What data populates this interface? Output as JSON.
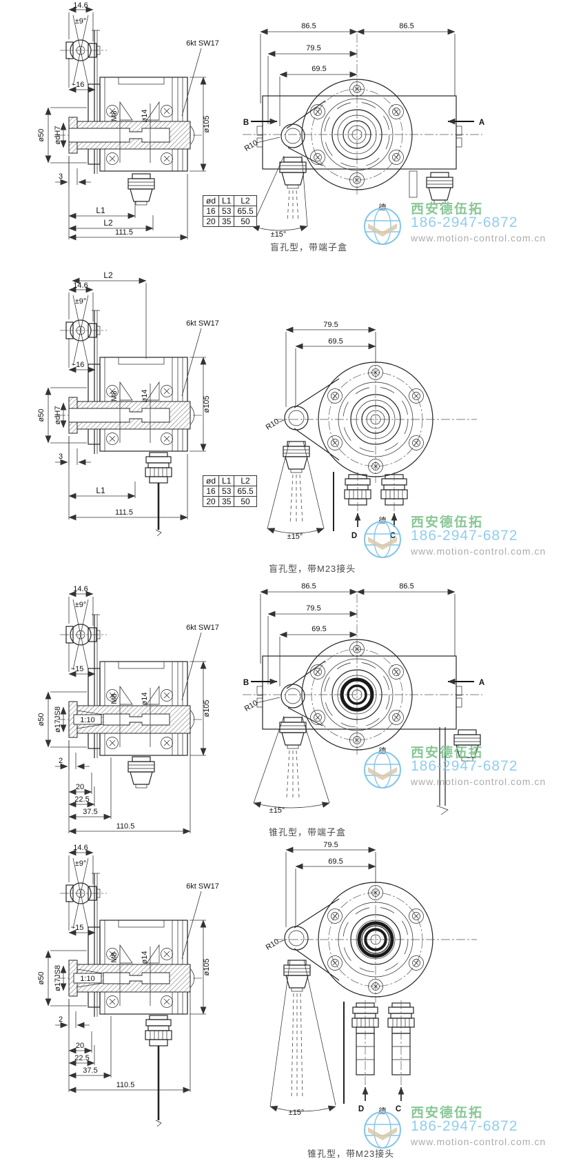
{
  "watermark": {
    "company": "西安德伍拓",
    "phone": "186-2947-6872",
    "website": "www.motion-control.com.cn",
    "logo_char": "德"
  },
  "panels": [
    {
      "caption": "盲孔型，带端子盒",
      "table": {
        "headers": [
          "ød",
          "L1",
          "L2"
        ],
        "rows": [
          [
            "16",
            "53",
            "65.5"
          ],
          [
            "20",
            "35",
            "50"
          ]
        ]
      },
      "side": {
        "pin_width": "14.6",
        "pin_swing": "±9°",
        "depth": "~16",
        "hex_flats": "6kt SW17",
        "flange_dia": "ø50",
        "bore_dia": "ødH7",
        "thread": "M8",
        "bore2_dia": "ø14",
        "housing_dia": "ø105",
        "gap": "3",
        "l1": "L1",
        "l2": "L2",
        "total_len": "111.5"
      },
      "front": {
        "half_left": "86.5",
        "half_right": "86.5",
        "w795": "79.5",
        "w695": "69.5",
        "view_b": "B",
        "view_a": "A",
        "arm_radius": "R10",
        "swivel": "±15°"
      }
    },
    {
      "caption": "盲孔型，带M23接头",
      "table": {
        "headers": [
          "ød",
          "L1",
          "L2"
        ],
        "rows": [
          [
            "16",
            "53",
            "65.5"
          ],
          [
            "20",
            "35",
            "50"
          ]
        ]
      },
      "side": {
        "l2_top": "L2",
        "pin_width": "14.6",
        "pin_swing": "±9°",
        "depth": "~16",
        "hex_flats": "6kt SW17",
        "flange_dia": "ø50",
        "bore_dia": "ødH7",
        "thread": "M8",
        "bore2_dia": "ø14",
        "housing_dia": "ø105",
        "gap": "3",
        "l1": "L1",
        "total_len": "111.5"
      },
      "front": {
        "w795": "79.5",
        "w695": "69.5",
        "arm_radius": "R10",
        "swivel": "±15°",
        "conn_d": "D",
        "conn_c": "C"
      }
    },
    {
      "caption": "锥孔型，带端子盒",
      "side": {
        "pin_width": "14.6",
        "pin_swing": "±9°",
        "depth": "~15",
        "hex_flats": "6kt SW17",
        "flange_dia": "ø50",
        "taper_dia": "ø17JS8",
        "taper_ratio": "1:10",
        "thread": "M8",
        "bore2_dia": "ø14",
        "housing_dia": "ø105",
        "gap": "2",
        "d20": "20",
        "d225": "22.5",
        "d375": "37.5",
        "total_len": "110.5"
      },
      "front": {
        "half_left": "86.5",
        "half_right": "86.5",
        "w795": "79.5",
        "w695": "69.5",
        "view_b": "B",
        "view_a": "A",
        "arm_radius": "R10",
        "swivel": "±15°"
      }
    },
    {
      "caption": "锥孔型，带M23接头",
      "side": {
        "pin_width": "14.6",
        "pin_swing": "±9°",
        "depth": "~15",
        "hex_flats": "6kt SW17",
        "flange_dia": "ø50",
        "taper_dia": "ø17JS8",
        "taper_ratio": "1:10",
        "thread": "M8",
        "bore2_dia": "ø14",
        "housing_dia": "ø105",
        "gap": "2",
        "d20": "20",
        "d225": "22.5",
        "d375": "37.5",
        "total_len": "110.5"
      },
      "front": {
        "w795": "79.5",
        "w695": "69.5",
        "arm_radius": "R10",
        "swivel": "±15°",
        "conn_d": "D",
        "conn_c": "C"
      }
    }
  ]
}
